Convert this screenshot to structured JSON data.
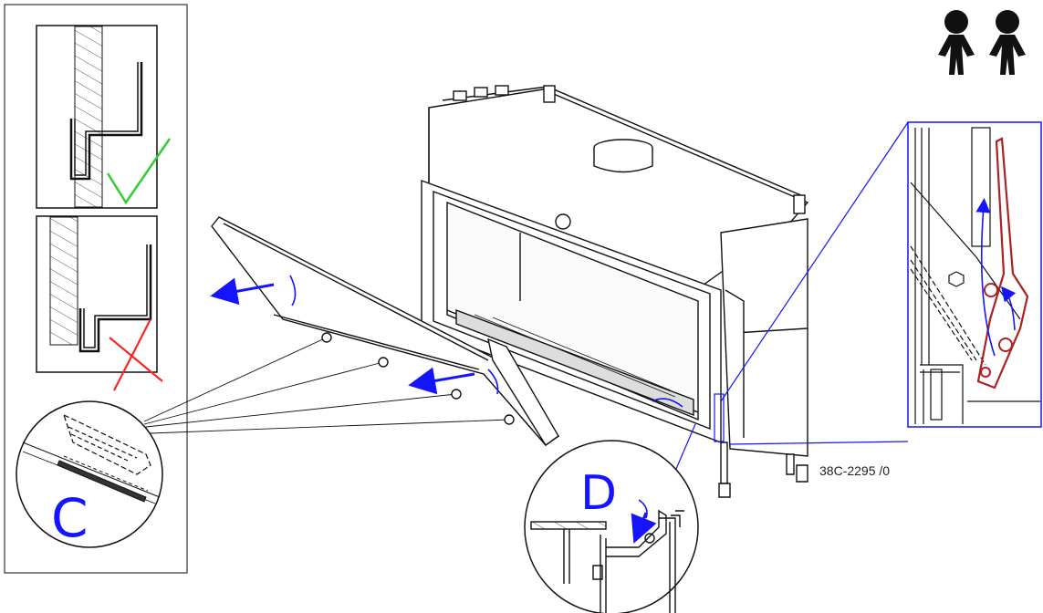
{
  "labels": {
    "detail_c": "C",
    "detail_d": "D",
    "drawing_code": "38C-2295 /0"
  },
  "icons": {
    "correct": "check-icon",
    "incorrect": "cross-icon",
    "two_persons": "two-persons-icon"
  },
  "colors": {
    "callout": "#1414ff",
    "correct": "#33cc33",
    "incorrect": "#ff2222",
    "detail_stroke": "#aa2222",
    "line": "#111111"
  }
}
